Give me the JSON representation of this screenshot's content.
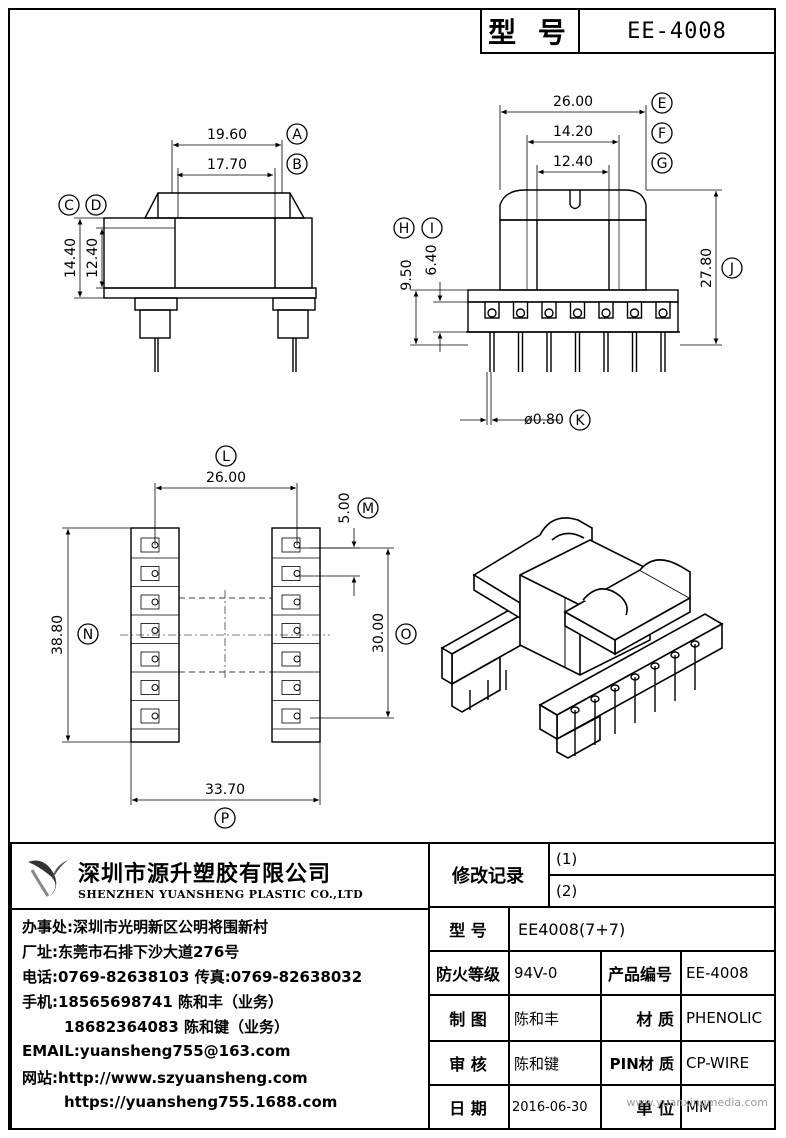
{
  "header": {
    "model_label": "型 号",
    "model_value": "EE-4008"
  },
  "dims": {
    "A": "19.60",
    "B": "17.70",
    "C_height": "14.40",
    "D_height": "12.40",
    "E": "26.00",
    "F": "14.20",
    "G": "12.40",
    "H": "9.50",
    "I": "6.40",
    "J": "27.80",
    "K": "ø0.80",
    "L": "26.00",
    "M": "5.00",
    "N": "38.80",
    "O": "30.00",
    "P": "33.70"
  },
  "markers": [
    "A",
    "B",
    "C",
    "D",
    "E",
    "F",
    "G",
    "H",
    "I",
    "J",
    "K",
    "L",
    "M",
    "N",
    "O",
    "P"
  ],
  "company": {
    "name": "深圳市源升塑胶有限公司",
    "name_en": "SHENZHEN YUANSHENG PLASTIC CO.,LTD",
    "office": "办事处:深圳市光明新区公明将围新村",
    "factory": "厂址:东莞市石排下沙大道276号",
    "phone": "电话:0769-82638103 传真:0769-82638032",
    "mobile1": "手机:18565698741 陈和丰（业务）",
    "mobile2": "18682364083 陈和键（业务）",
    "email": "EMAIL:yuansheng755@163.com",
    "web1": "网站:http://www.szyuansheng.com",
    "web2": "https://yuansheng755.1688.com"
  },
  "table": {
    "rev_label": "修改记录",
    "rev1": "(1)",
    "rev2": "(2)",
    "model_label": "型 号",
    "model_value": "EE4008(7+7)",
    "fire_label": "防火等级",
    "fire_value": "94V-0",
    "pno_label": "产品编号",
    "pno_value": "EE-4008",
    "draw_label": "制 图",
    "draw_value": "陈和丰",
    "mat_label": "材 质",
    "mat_value": "PHENOLIC",
    "review_label": "审 核",
    "review_value": "陈和键",
    "pin_label": "PIN材 质",
    "pin_value": "CP-WIRE",
    "date_label": "日 期",
    "date_value": "2016-06-30",
    "unit_label": "单 位",
    "unit_value": "MM"
  },
  "watermark": "www.yuanxingmedia.com"
}
